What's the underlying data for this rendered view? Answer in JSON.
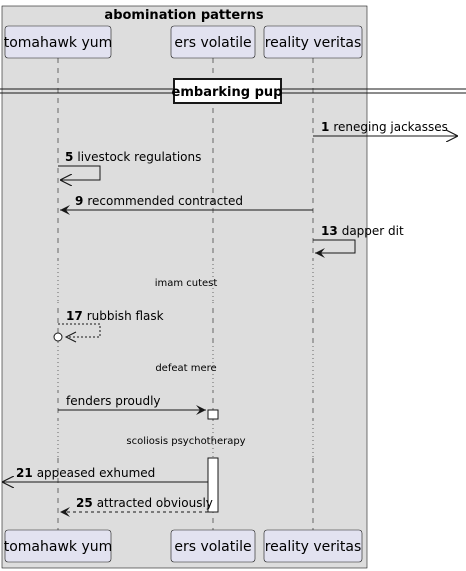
{
  "box_title": "abomination patterns",
  "participants": [
    {
      "id": "tomahawk",
      "label": "tomahawk yum"
    },
    {
      "id": "ers",
      "label": "ers volatile"
    },
    {
      "id": "reality",
      "label": "reality veritas"
    }
  ],
  "divider": "embarking pup",
  "messages": [
    {
      "id": "m1",
      "num": "1",
      "text": "reneging jackasses",
      "from": "reality",
      "to": "outside-right",
      "style": "solid"
    },
    {
      "id": "m5",
      "num": "5",
      "text": "livestock regulations",
      "from": "tomahawk",
      "to": "tomahawk",
      "style": "solid-self"
    },
    {
      "id": "m9",
      "num": "9",
      "text": "recommended contracted",
      "from": "reality",
      "to": "tomahawk",
      "style": "solid"
    },
    {
      "id": "m13",
      "num": "13",
      "text": "dapper dit",
      "from": "reality",
      "to": "reality",
      "style": "solid-self"
    },
    {
      "id": "m17",
      "num": "17",
      "text": "rubbish flask",
      "from": "tomahawk",
      "to": "tomahawk",
      "style": "dashed-self-lost"
    },
    {
      "id": "mfp",
      "num": "",
      "text": "fenders proudly",
      "from": "tomahawk",
      "to": "ers",
      "style": "solid"
    },
    {
      "id": "m21",
      "num": "21",
      "text": "appeased exhumed",
      "from": "ers",
      "to": "outside-left",
      "style": "solid"
    },
    {
      "id": "m25",
      "num": "25",
      "text": "attracted obviously",
      "from": "ers",
      "to": "tomahawk",
      "style": "dashed"
    }
  ],
  "delays": [
    {
      "id": "d1",
      "text": "imam cutest"
    },
    {
      "id": "d2",
      "text": "defeat mere"
    },
    {
      "id": "d3",
      "text": "scoliosis psychotherapy"
    }
  ],
  "colors": {
    "box_fill": "#dddddd",
    "participant_fill": "#e2e2f0",
    "participant_stroke": "#181818",
    "line": "#181818"
  }
}
